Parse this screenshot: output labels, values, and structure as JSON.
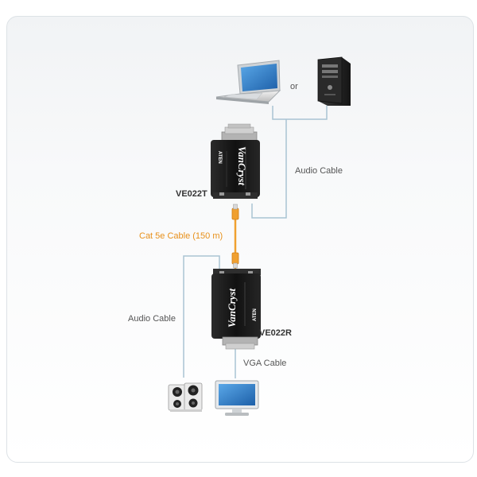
{
  "labels": {
    "or": "or",
    "audio_cable_top": "Audio Cable",
    "transmitter_model": "VE022T",
    "cat5_cable": "Cat 5e Cable (150 m)",
    "audio_cable_bottom": "Audio Cable",
    "receiver_model": "VE022R",
    "vga_cable": "VGA Cable"
  },
  "device_branding": {
    "product_logo": "VanCryst",
    "maker_logo": "ATEN"
  },
  "colors": {
    "cable": "#a9c4d3",
    "cat5_cable": "#f0a030",
    "cat5_text": "#e8901a",
    "device_body": "#1a1a1a"
  }
}
